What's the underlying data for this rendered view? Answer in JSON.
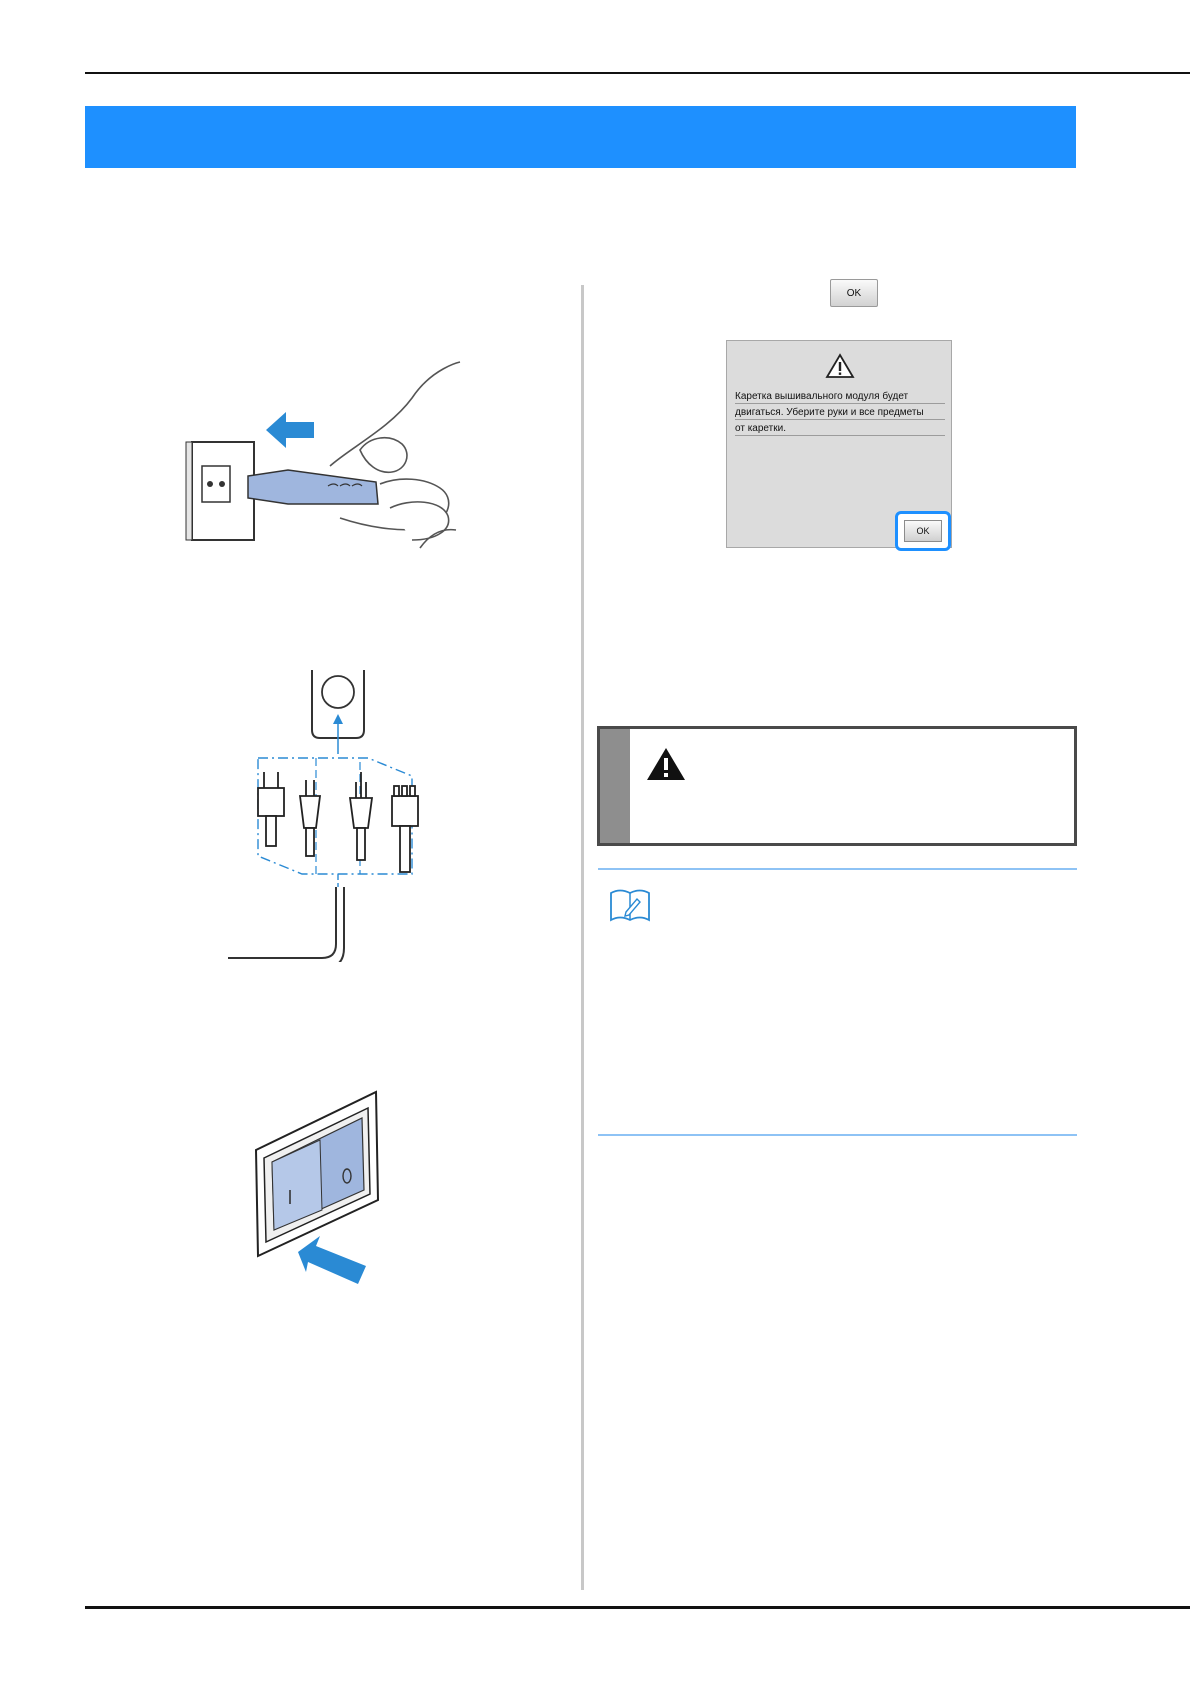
{
  "dialog": {
    "ok_button_label": "OK",
    "message_lines": [
      "Каретка вышивального модуля будет",
      "двигаться. Уберите руки и все предметы",
      "от каретки."
    ]
  },
  "icons": {
    "warning": "warning-triangle-icon",
    "memo": "memo-pencil-icon",
    "arrow": "arrow-icon"
  },
  "colors": {
    "banner": "#1e90ff",
    "illustration_blue": "#2a8ad4",
    "rule": "#8ec3f5"
  }
}
